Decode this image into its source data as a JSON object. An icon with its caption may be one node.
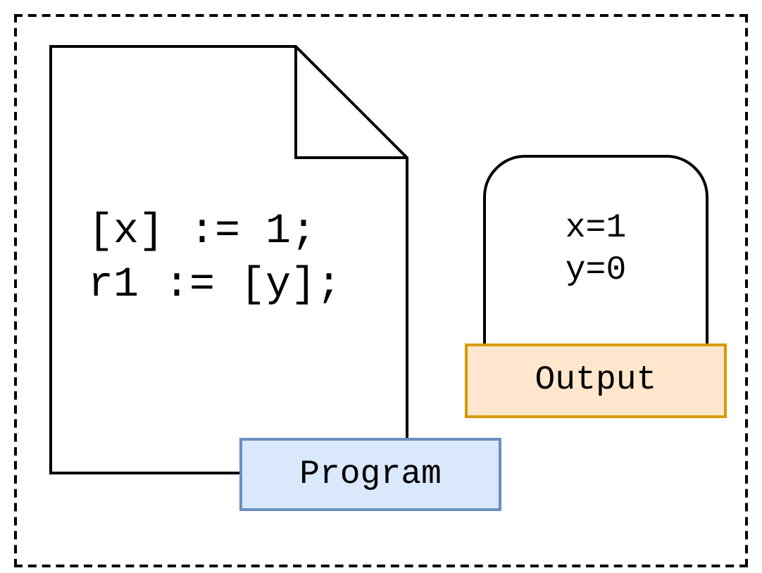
{
  "diagram": {
    "nodes": [
      {
        "text": [],
        "shape": "box"
      },
      {
        "text": [
          "[x] := 1; r1 := [y];"
        ],
        "in": 0
      },
      {
        "text": [
          "Program"
        ],
        "in": 0
      },
      {
        "text": [
          "x=1 y=0"
        ],
        "in": 0
      },
      {
        "text": [
          "Output"
        ],
        "in": 0
      }
    ]
  }
}
